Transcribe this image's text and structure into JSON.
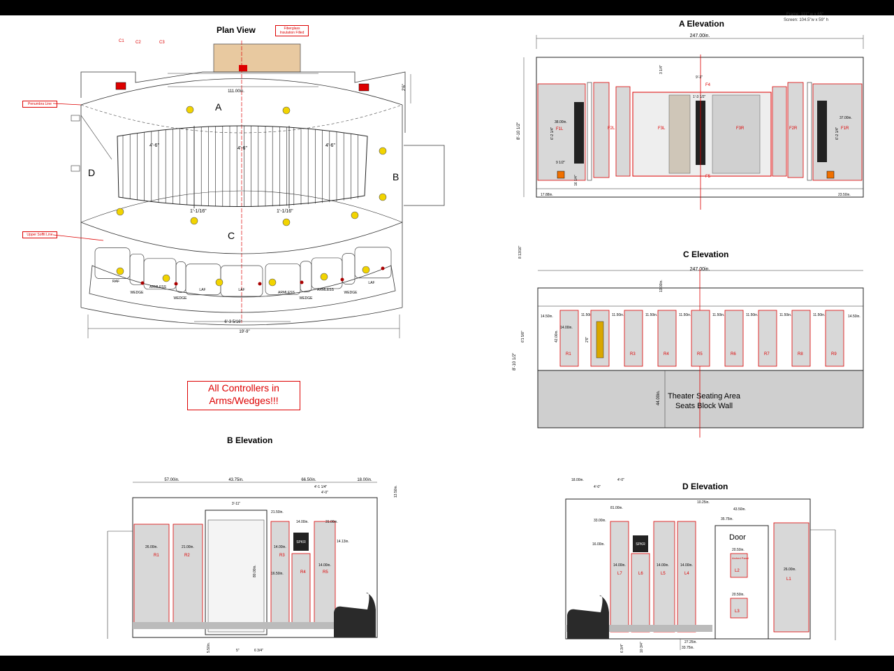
{
  "titles": {
    "plan": "Plan View",
    "a": "A Elevation",
    "b": "B Elevation",
    "c": "C Elevation",
    "d": "D Elevation"
  },
  "header_note": {
    "frame": "Frame: 111\" w x 65\"",
    "screen": "Screen: 104.5\"w x 59\" h"
  },
  "plan": {
    "fiberglass": "Fiberglass Insulation Filled",
    "penumbra": "Penumbra Line",
    "soffit": "Upper Soffit Line",
    "c_labels": [
      "C1",
      "C2",
      "C3"
    ],
    "dim_111": "111.00in.",
    "dim_26": "2'6\"",
    "letters": {
      "a": "A",
      "b": "B",
      "c": "C",
      "d": "D"
    },
    "dim_4_6": "4'-6\"",
    "dim_1_116": "1'-1/16\"",
    "seats": [
      "RAF",
      "WEDGE",
      "ARMLESS",
      "WEDGE",
      "LAF",
      "LAF",
      "ARMLESS",
      "WEDGE",
      "ARMLESS",
      "WEDGE",
      "LAF"
    ],
    "dim_6_3": "6'-3 5/16\"",
    "dim_19_9": "19'-9\""
  },
  "controllers_note": "All Controllers in Arms/Wedges!!!",
  "a_elev": {
    "dim_247": "247.00in.",
    "height": "8'-10 1/2\"",
    "dim_9_3": "9'-3\"",
    "dim_3_14": "3 1/4\"",
    "dim_1_3": "1'-3 1/2\"",
    "panels": [
      "F1L",
      "F2L",
      "F3L",
      "F4",
      "F3R",
      "F2R",
      "F1R",
      "F5"
    ],
    "dim_38": "38.00in.",
    "dim_37": "37.00in.",
    "dim_6_2": "6'-2 1/4\"",
    "dim_17": "17.88in.",
    "dim_23": "23.50in.",
    "dim_9_12": "9 1/2\"",
    "dim_16_14": "16 1/4\""
  },
  "c_elev": {
    "dim_247": "247.00in.",
    "dim_13": "13.00in.",
    "dim_8_13": "8 13/16\"",
    "height": "8'-10 1/2\"",
    "dim_61": "6'1 5/8\"",
    "dim_1450": "14.50in.",
    "dim_1150": "11.50in.",
    "dim_1400": "14.00in.",
    "dim_4200": "42.00in.",
    "dim_2_6": "2'6\"",
    "panels": [
      "R1",
      "R2",
      "R3",
      "R4",
      "R5",
      "R6",
      "R7",
      "R8",
      "R9"
    ],
    "dim_44": "44.00in.",
    "seating_line1": "Theater Seating Area",
    "seating_line2": "Seats Block Wall"
  },
  "b_elev": {
    "dims": [
      "57.00in.",
      "43.75in.",
      "66.50in.",
      "18.00in."
    ],
    "dim_4_1": "4'-1 1/4\"",
    "dim_4_0": "4'-0\"",
    "dim_13_5": "13.50in.",
    "dim_3_11": "3'-11\"",
    "dim_2150": "21.50in.",
    "dim_1400": "14.00in.",
    "dim_3100": "31.00in.",
    "dim_1413": "14.13in.",
    "dim_2600": "26.00in.",
    "dim_2100": "21.00in.",
    "dim_8000": "80.00in.",
    "dim_1650": "16.50in.",
    "spkr": "SPKR",
    "panels": [
      "R1",
      "R2",
      "R3",
      "R4",
      "R5"
    ],
    "bottom": [
      "5.50in.",
      "5\"",
      "6 3/4\""
    ]
  },
  "d_elev": {
    "dim_18": "18.00in.",
    "dim_4_0": "4'-0\"",
    "dim_8100": "81.00in.",
    "dim_3300": "33.00in.",
    "dim_1025": "10.25in.",
    "dim_4350": "43.50in.",
    "dim_3575": "35.75in.",
    "dim_1600": "16.00in.",
    "dim_1400": "14.00in.",
    "dim_2650": "20.50in.",
    "dim_2600": "26.00in.",
    "dim_2725": "27.25in.",
    "dim_3375": "33.75in.",
    "door": "Door",
    "arched": "Arched Panel",
    "spkr": "SPKR",
    "panels": [
      "L7",
      "L6",
      "L5",
      "L4",
      "L2",
      "L3",
      "L1"
    ],
    "bottom": [
      "6 3/4\"",
      "10 3/4\""
    ]
  },
  "colors": {
    "red": "#dd0000",
    "panel_fill": "#d8d8d8",
    "seat_yellow": "#f2d400",
    "insulation": "#e8c9a0",
    "orange": "#f07000"
  }
}
